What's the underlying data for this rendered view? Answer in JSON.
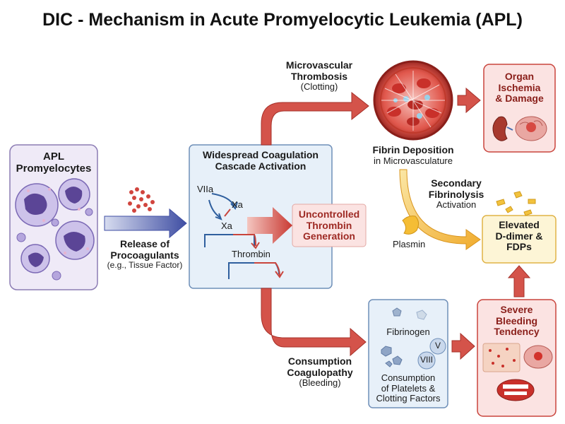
{
  "title": "DIC - Mechanism in Acute Promyelocytic Leukemia (APL)",
  "apl": {
    "line1": "APL",
    "line2": "Promyelocytes"
  },
  "release": {
    "line1": "Release of",
    "line2": "Procoagulants",
    "sub": "(e.g., Tissue Factor)"
  },
  "cascade": {
    "line1": "Widespread Coagulation",
    "line2": "Cascade Activation",
    "factor_viia": "VIIa",
    "factor_xa_1": "Xa",
    "factor_xa_2": "Xa",
    "thrombin": "Thrombin"
  },
  "uncontrolled": {
    "line1": "Uncontrolled",
    "line2": "Thrombin",
    "line3": "Generation"
  },
  "microvascular": {
    "line1": "Microvascular",
    "line2": "Thrombosis",
    "sub": "(Clotting)"
  },
  "fibrin": {
    "line1": "Fibrin Deposition",
    "sub": "in Microvasculature"
  },
  "organ": {
    "line1": "Organ",
    "line2": "Ischemia",
    "line3": "& Damage"
  },
  "fibrinolysis": {
    "line1": "Secondary",
    "line2": "Fibrinolysis",
    "sub": "Activation"
  },
  "plasmin": "Plasmin",
  "ddimer": {
    "line1": "Elevated",
    "line2": "D-dimer &",
    "line3": "FDPs"
  },
  "consumption_coag": {
    "line1": "Consumption",
    "line2": "Coagulopathy",
    "sub": "(Bleeding)"
  },
  "consumption_box": {
    "fibrinogen": "Fibrinogen",
    "factor_v": "V",
    "factor_viii": "VIII",
    "line1": "Consumption",
    "line2": "of Platelets &",
    "line3": "Clotting Factors"
  },
  "bleeding": {
    "line1": "Severe",
    "line2": "Bleeding",
    "line3": "Tendency"
  },
  "colors": {
    "red_arrow": "#c9443c",
    "blue_arrow": "#4a58a8",
    "yellow_arrow": "#f0b53a",
    "red_box_fill": "#fbe3e2",
    "blue_box_fill": "#e7f0f9",
    "purple_box_fill": "#efeaf7",
    "yellow_box_fill": "#fdf5d6"
  }
}
